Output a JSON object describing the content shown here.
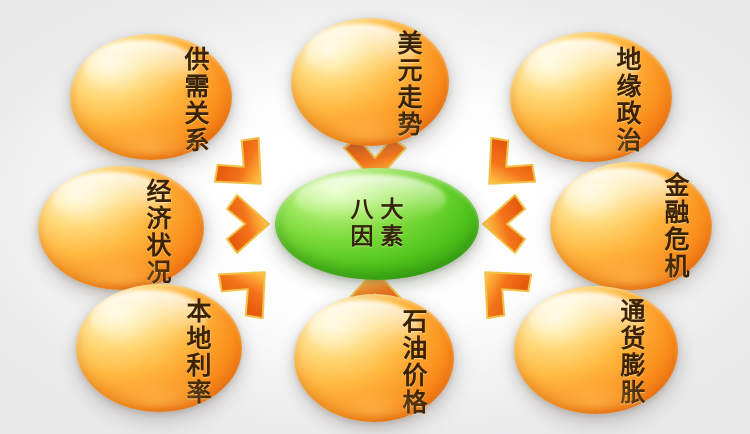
{
  "diagram": {
    "title": "八大因素",
    "type": "hub-and-spoke",
    "center": {
      "label": "八大因素",
      "line1": "八大",
      "line2": "因素",
      "color": "#4fc41c"
    },
    "node_color": "#fa8f1c",
    "arrow_color": "#f4741a",
    "background_color": "#ffffff",
    "nodes": [
      {
        "id": "supply-demand",
        "label": "供需关系",
        "position": "top-left",
        "arrow": "arrow-to-center-from-top-left"
      },
      {
        "id": "dollar-trend",
        "label": "美元走势",
        "position": "top-center",
        "arrow": "arrow-down-to-center"
      },
      {
        "id": "geopolitics",
        "label": "地缘政治",
        "position": "top-right",
        "arrow": "arrow-to-center-from-top-right"
      },
      {
        "id": "financial-crisis",
        "label": "金融危机",
        "position": "right",
        "arrow": "arrow-left-to-center"
      },
      {
        "id": "inflation",
        "label": "通货膨胀",
        "position": "bottom-right",
        "arrow": "arrow-to-center-from-bottom-right"
      },
      {
        "id": "oil-price",
        "label": "石油价格",
        "position": "bottom-center",
        "arrow": "arrow-up-to-center"
      },
      {
        "id": "local-rate",
        "label": "本地利率",
        "position": "bottom-left",
        "arrow": "arrow-to-center-from-bottom-left"
      },
      {
        "id": "economy",
        "label": "经济状况",
        "position": "left",
        "arrow": "arrow-right-to-center"
      }
    ]
  }
}
